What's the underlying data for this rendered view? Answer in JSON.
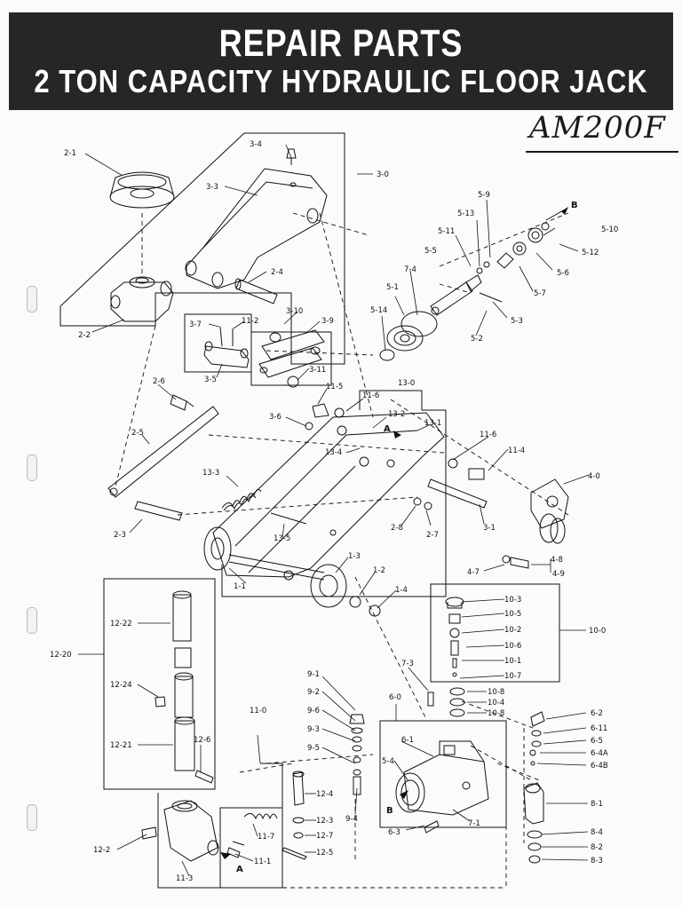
{
  "header": {
    "title": "REPAIR PARTS",
    "subtitle": "2 TON CAPACITY HYDRAULIC FLOOR JACK"
  },
  "model": "AM200F",
  "callouts": {
    "c_2_1": "2-1",
    "c_2_2": "2-2",
    "c_3_4": "3-4",
    "c_3_3": "3-3",
    "c_3_0": "3-0",
    "c_2_4": "2-4",
    "c_3_7": "3-7",
    "c_11_2": "11-2",
    "c_3_10": "3-10",
    "c_3_9": "3-9",
    "c_3_5": "3-5",
    "c_3_11": "3-11",
    "c_5_9": "5-9",
    "c_B_top": "B",
    "c_5_13": "5-13",
    "c_5_10": "5-10",
    "c_5_11": "5-11",
    "c_5_12": "5-12",
    "c_5_5": "5-5",
    "c_7_4": "7-4",
    "c_5_6": "5-6",
    "c_5_1": "5-1",
    "c_5_7": "5-7",
    "c_5_14": "5-14",
    "c_5_3": "5-3",
    "c_5_2": "5-2",
    "c_2_6": "2-6",
    "c_11_5": "11-5",
    "c_13_0": "13-0",
    "c_11_6a": "11-6",
    "c_3_6": "3-6",
    "c_13_2": "13-2",
    "c_13_1": "13-1",
    "c_A_mid": "A",
    "c_2_5": "2-5",
    "c_13_4": "13-4",
    "c_11_6b": "11-6",
    "c_11_4": "11-4",
    "c_4_0": "4-0",
    "c_13_3": "13-3",
    "c_2_8": "2-8",
    "c_2_7": "2-7",
    "c_3_1": "3-1",
    "c_2_3": "2-3",
    "c_13_5": "13-5",
    "c_1_3": "1-3",
    "c_1_2": "1-2",
    "c_1_1": "1-1",
    "c_1_4": "1-4",
    "c_4_7": "4-7",
    "c_4_8": "4-8",
    "c_4_9": "4-9",
    "c_12_22": "12-22",
    "c_12_20": "12-20",
    "c_12_24": "12-24",
    "c_12_21": "12-21",
    "c_12_6": "12-6",
    "c_10_3": "10-3",
    "c_10_5": "10-5",
    "c_10_2": "10-2",
    "c_10_0": "10-0",
    "c_10_6": "10-6",
    "c_10_1": "10-1",
    "c_10_7": "10-7",
    "c_7_3": "7-3",
    "c_10_8a": "10-8",
    "c_10_4": "10-4",
    "c_10_8b": "10-8",
    "c_9_1": "9-1",
    "c_9_2": "9-2",
    "c_9_6": "9-6",
    "c_9_3": "9-3",
    "c_9_5": "9-5",
    "c_6_0": "6-0",
    "c_11_0": "11-0",
    "c_6_2": "6-2",
    "c_6_11": "6-11",
    "c_6_5": "6-5",
    "c_6_4A": "6-4A",
    "c_6_4B": "6-4B",
    "c_6_1": "6-1",
    "c_5_4": "5-4",
    "c_B_bot": "B",
    "c_7_1": "7-1",
    "c_6_3": "6-3",
    "c_9_4": "9-4",
    "c_8_1": "8-1",
    "c_12_4": "12-4",
    "c_12_3": "12-3",
    "c_12_7": "12-7",
    "c_12_5": "12-5",
    "c_11_7": "11-7",
    "c_11_1": "11-1",
    "c_12_2": "12-2",
    "c_A_bot": "A",
    "c_11_3": "11-3",
    "c_8_4": "8-4",
    "c_8_2": "8-2",
    "c_8_3": "8-3"
  }
}
